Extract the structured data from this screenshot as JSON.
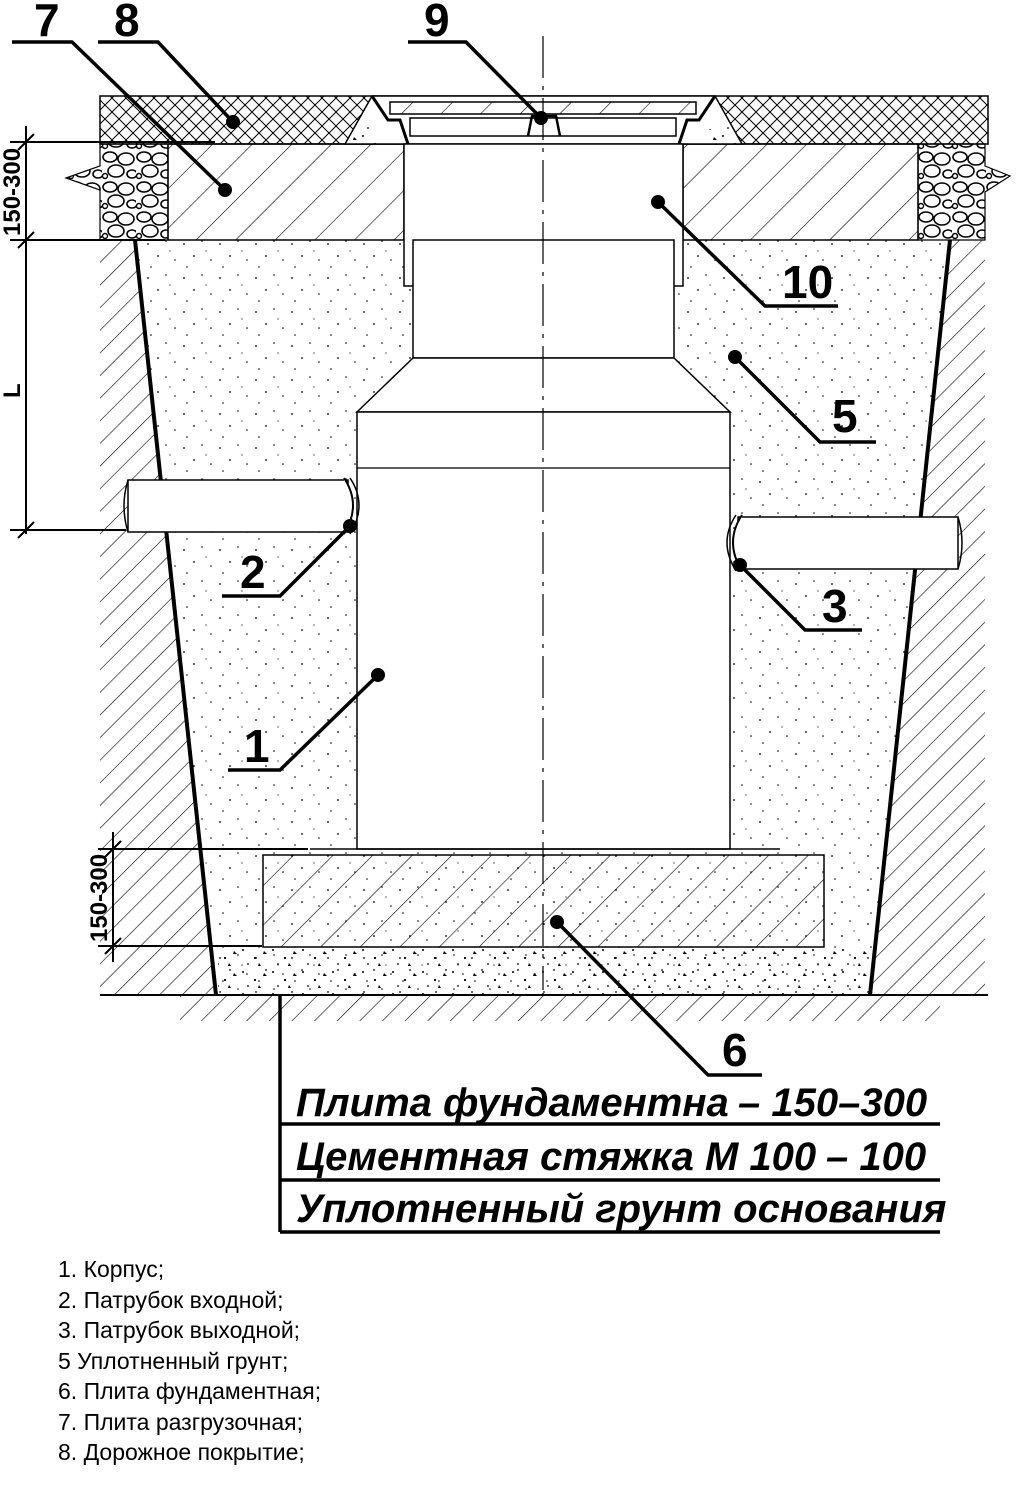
{
  "callouts": {
    "c1": "1",
    "c2": "2",
    "c3": "3",
    "c5": "5",
    "c6": "6",
    "c7": "7",
    "c8": "8",
    "c9": "9",
    "c10": "10"
  },
  "dimensions": {
    "top_layer": "150-300",
    "depth": "L",
    "base_slab": "150-300"
  },
  "base_layers": [
    {
      "name": "Плита фундаментна",
      "value": "– 150–300"
    },
    {
      "name": "Цементная стяжка  М 100",
      "value": "– 100"
    },
    {
      "name": "Уплотненный грунт основания",
      "value": ""
    }
  ],
  "legend": [
    "1. Корпус;",
    "2. Патрубок входной;",
    "3. Патрубок выходной;",
    "5  Уплотненный грунт;",
    "6. Плита фундаментная;",
    "7. Плита разгрузочная;",
    "8. Дорожное покрытие;"
  ]
}
